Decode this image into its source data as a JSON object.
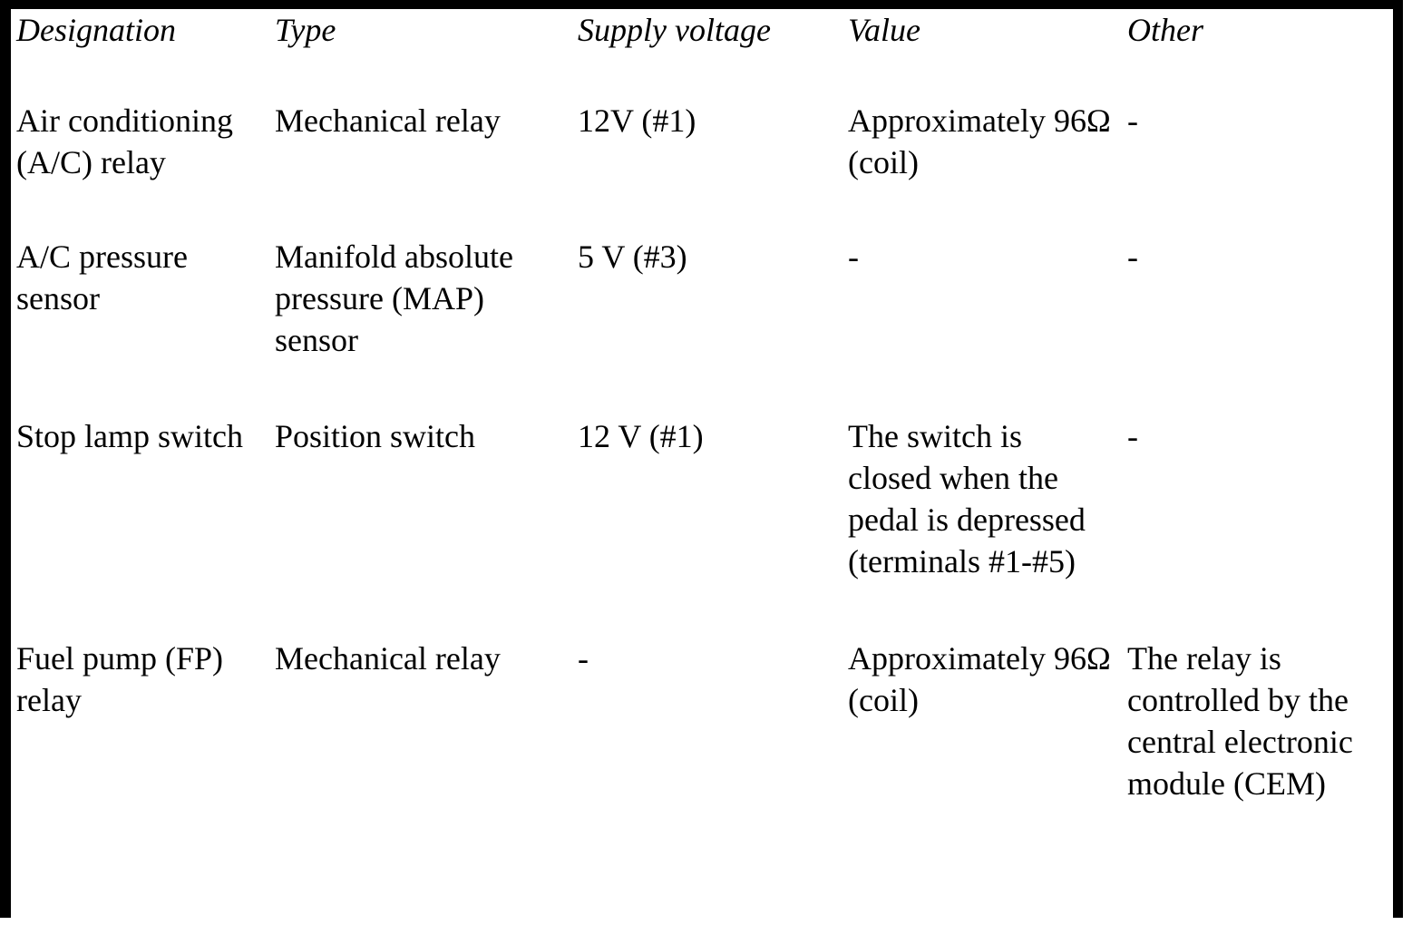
{
  "page": {
    "background_color": "#ffffff",
    "border_color": "#000000",
    "text_color": "#000000"
  },
  "table": {
    "headers": {
      "designation": "Designation",
      "type": "Type",
      "supply_voltage": "Supply voltage",
      "value": "Value",
      "other": "Other"
    },
    "rows": [
      {
        "designation": "Air conditioning\n(A/C) relay",
        "type": "Mechanical relay",
        "supply_voltage": "12V (#1)",
        "value": "Approximately 96Ω\n(coil)",
        "other": "-"
      },
      {
        "designation": "A/C pressure\nsensor",
        "type": "Manifold absolute\npressure (MAP)\nsensor",
        "supply_voltage": "5 V (#3)",
        "value": "-",
        "other": "-"
      },
      {
        "designation": "Stop lamp switch",
        "type": "Position switch",
        "supply_voltage": "12 V (#1)",
        "value": "The switch is\nclosed when the\npedal is depressed\n(terminals #1-#5)",
        "other": "-"
      },
      {
        "designation": "Fuel pump (FP)\nrelay",
        "type": "Mechanical relay",
        "supply_voltage": "-",
        "value": "Approximately 96Ω\n(coil)",
        "other": "The relay is\ncontrolled by the\ncentral electronic\nmodule (CEM)"
      }
    ]
  }
}
